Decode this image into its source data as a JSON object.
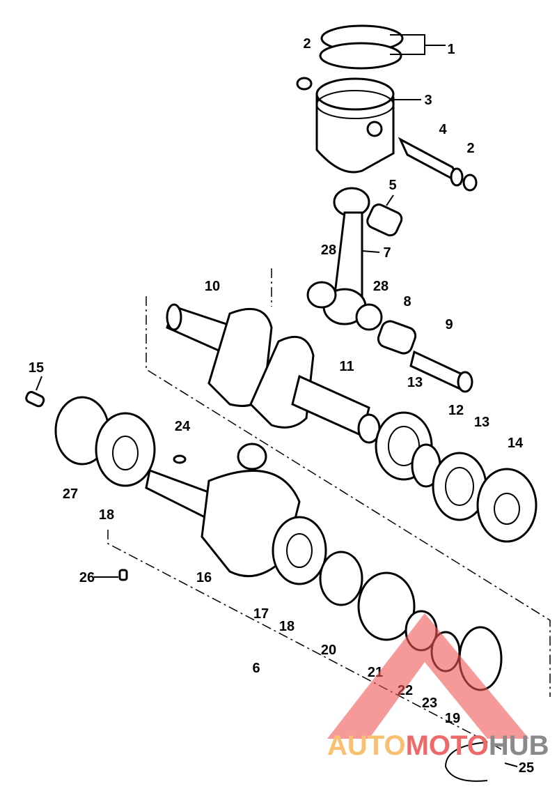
{
  "diagram": {
    "callouts": [
      "1",
      "2",
      "3",
      "4",
      "2",
      "5",
      "7",
      "28",
      "28",
      "8",
      "9",
      "10",
      "11",
      "13",
      "12",
      "13",
      "14",
      "15",
      "24",
      "27",
      "18",
      "26",
      "16",
      "17",
      "18",
      "20",
      "21",
      "22",
      "23",
      "19",
      "6",
      "25"
    ]
  },
  "watermark": {
    "parts": [
      "AUTO",
      "MOTO",
      "HUB"
    ],
    "colors": [
      "#f9c070",
      "#ee6a6a",
      "#8a8a8a"
    ],
    "triangle_color": "#ee5555"
  }
}
